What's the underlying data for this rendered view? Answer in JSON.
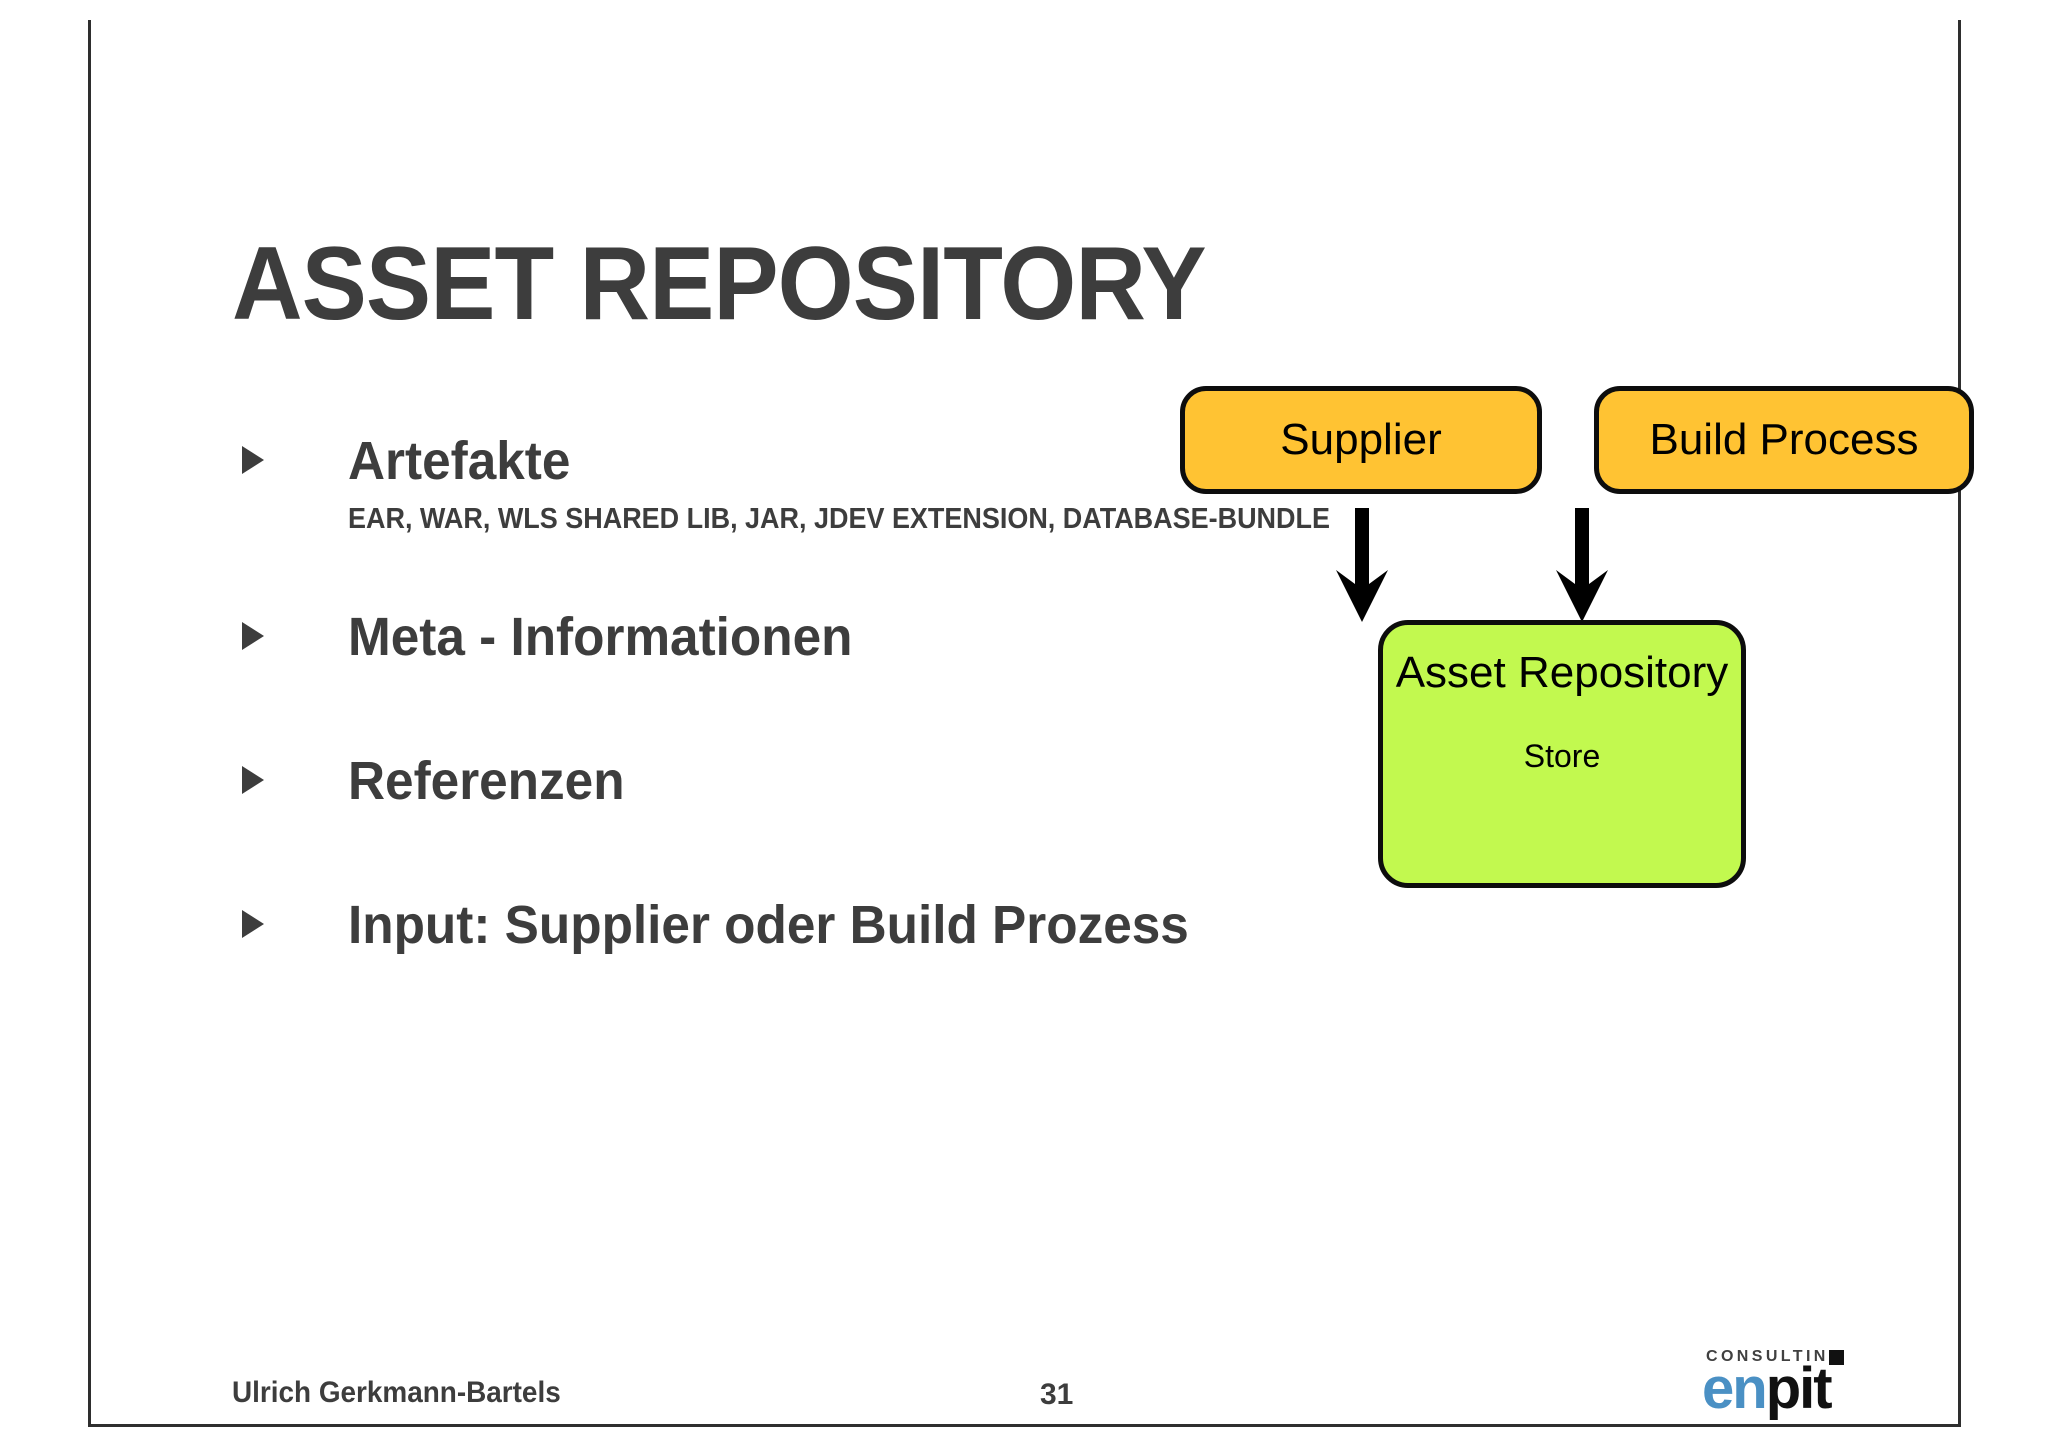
{
  "slide": {
    "title": "ASSET REPOSITORY",
    "bullets": [
      {
        "marker": "triangle-right",
        "text": "Artefakte",
        "sub": "EAR, WAR, WLS SHARED LIB, JAR, JDEV EXTENSION, DATABASE-BUNDLE"
      },
      {
        "marker": "triangle-right",
        "text": "Meta - Informationen",
        "sub": ""
      },
      {
        "marker": "triangle-right",
        "text": "Referenzen",
        "sub": ""
      },
      {
        "marker": "triangle-right",
        "text": "Input: Supplier oder Build Prozess",
        "sub": ""
      }
    ]
  },
  "diagram": {
    "nodes": [
      {
        "id": "supplier",
        "label": "Supplier",
        "sublabel": "",
        "fill": "#FFC333",
        "stroke": "#0D0D0D"
      },
      {
        "id": "build-process",
        "label": "Build Process",
        "sublabel": "",
        "fill": "#FFC333",
        "stroke": "#0D0D0D"
      },
      {
        "id": "asset-repository",
        "label": "Asset Repository",
        "sublabel": "Store",
        "fill": "#C2F94F",
        "stroke": "#0D0D0D"
      }
    ],
    "arrows": [
      {
        "from": "supplier",
        "to": "asset-repository",
        "direction": "down",
        "color": "#000000"
      },
      {
        "from": "build-process",
        "to": "asset-repository",
        "direction": "down",
        "color": "#000000"
      }
    ]
  },
  "footer": {
    "author": "Ulrich Gerkmann-Bartels",
    "page_number": "31",
    "logo": {
      "tagline": "CONSULTING",
      "name_part1": "en",
      "name_part2": "pit",
      "accent_color": "#4A90C4",
      "text_color": "#111111"
    }
  },
  "theme": {
    "text_color": "#3D3D3D",
    "frame_color": "#2E2E2E",
    "background": "#FFFFFF"
  }
}
